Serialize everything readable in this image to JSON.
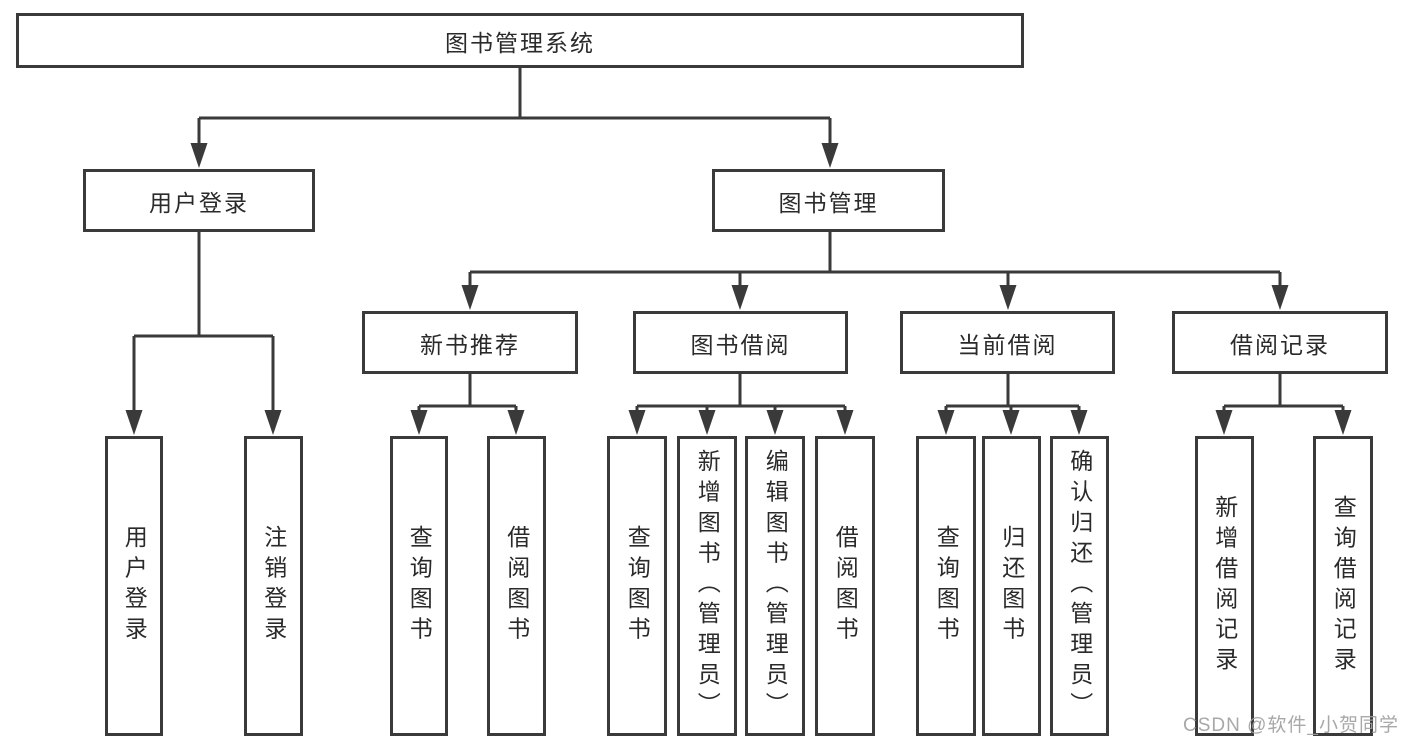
{
  "tree": {
    "root": {
      "label": "图书管理系统"
    },
    "branches": [
      {
        "label": "用户登录",
        "children": [
          {
            "label": "用户登录"
          },
          {
            "label": "注销登录"
          }
        ]
      },
      {
        "label": "图书管理",
        "children": [
          {
            "label": "新书推荐",
            "children": [
              {
                "label": "查询图书"
              },
              {
                "label": "借阅图书"
              }
            ]
          },
          {
            "label": "图书借阅",
            "children": [
              {
                "label": "查询图书"
              },
              {
                "label": "新增图书（管理员）"
              },
              {
                "label": "编辑图书（管理员）"
              },
              {
                "label": "借阅图书"
              }
            ]
          },
          {
            "label": "当前借阅",
            "children": [
              {
                "label": "查询图书"
              },
              {
                "label": "归还图书"
              },
              {
                "label": "确认归还（管理员）"
              }
            ]
          },
          {
            "label": "借阅记录",
            "children": [
              {
                "label": "新增借阅记录"
              },
              {
                "label": "查询借阅记录"
              }
            ]
          }
        ]
      }
    ]
  },
  "watermark": "CSDN @软件_小贺同学",
  "colors": {
    "line": "#3a3a3a",
    "box_border": "#3a3a3a",
    "text": "#2a2a2a",
    "background": "#ffffff",
    "watermark": "#9e9e9e"
  }
}
